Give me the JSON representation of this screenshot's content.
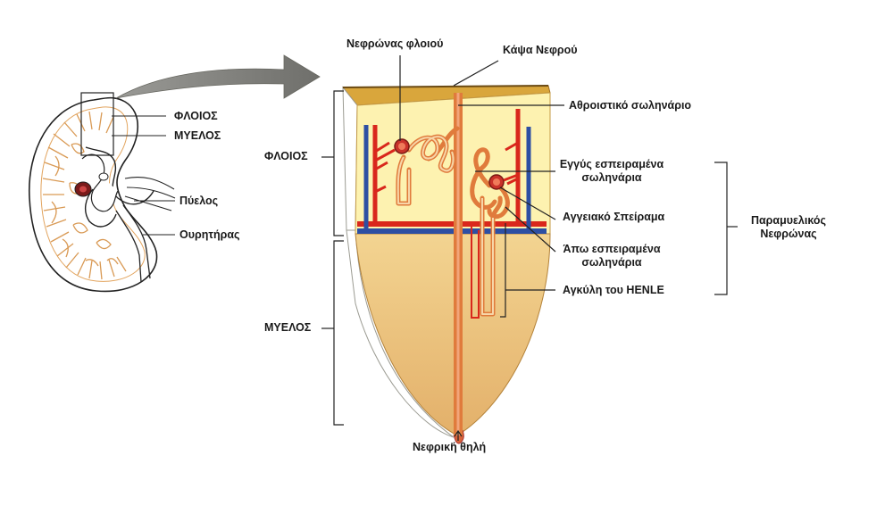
{
  "labels": {
    "kidney_cortex": "ΦΛΟΙΟΣ",
    "kidney_medulla": "ΜΥΕΛΟΣ",
    "kidney_pelvis": "Πύελος",
    "kidney_ureter": "Ουρητήρας",
    "cortical_nephron": "Νεφρώνας φλοιού",
    "renal_capsule": "Κάψα Νεφρού",
    "collecting_duct": "Αθροιστικό σωληνάριο",
    "proximal_tubule_line1": "Εγγύς εσπειραμένα",
    "proximal_tubule_line2": "σωληνάρια",
    "glomerulus": "Αγγειακό Σπείραμα",
    "distal_tubule_line1": "Άπω εσπειραμένα",
    "distal_tubule_line2": "σωληνάρια",
    "loop_of_henle": "Αγκύλη του HENLE",
    "juxtamedullary_line1": "Παραμυελικός",
    "juxtamedullary_line2": "Νεφρώνας",
    "section_cortex": "ΦΛΟΙΟΣ",
    "section_medulla": "ΜΥΕΛΟΣ",
    "renal_papilla": "Νεφρική θηλή"
  },
  "colors": {
    "cortex_fill": "#fdf2b0",
    "medulla_fill": "#e9c27e",
    "capsule_fill": "#c8912e",
    "tubule": "#e07b3c",
    "artery": "#d9271c",
    "vein": "#2d4fa3",
    "kidney_stripes": "#d99a55"
  }
}
